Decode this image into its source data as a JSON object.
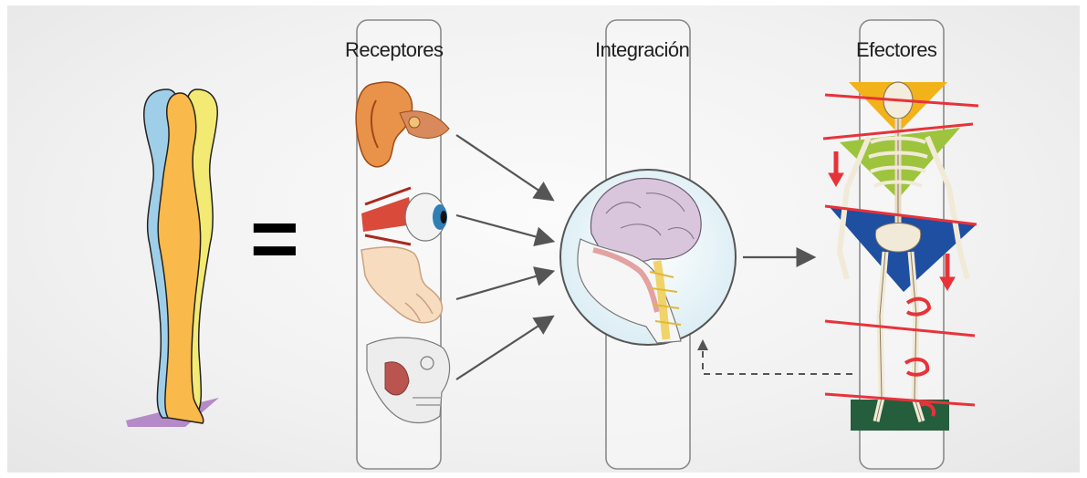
{
  "labels": {
    "receptores": "Receptores",
    "integracion": "Integración",
    "efectores": "Efectores"
  },
  "equals_symbol": "=",
  "colors": {
    "body_front": "#f9b94b",
    "body_back_blue": "#9fcfe8",
    "body_back_yellow": "#f3ea74",
    "floor": "#b48ac9",
    "cut_lines": "#e8323a",
    "head_zone": "#f2b21a",
    "thorax_zone": "#9dc43c",
    "pelvis_zone": "#1e4fa0",
    "foot_zone": "#245e3c",
    "arrows": "#e8323a"
  },
  "receptor_icons": [
    "ear-icon",
    "eye-icon",
    "hand-icon",
    "jaw-icon"
  ],
  "integration_icon": "brain-spinal-cord-icon",
  "effector_icon": "skeleton-icon"
}
